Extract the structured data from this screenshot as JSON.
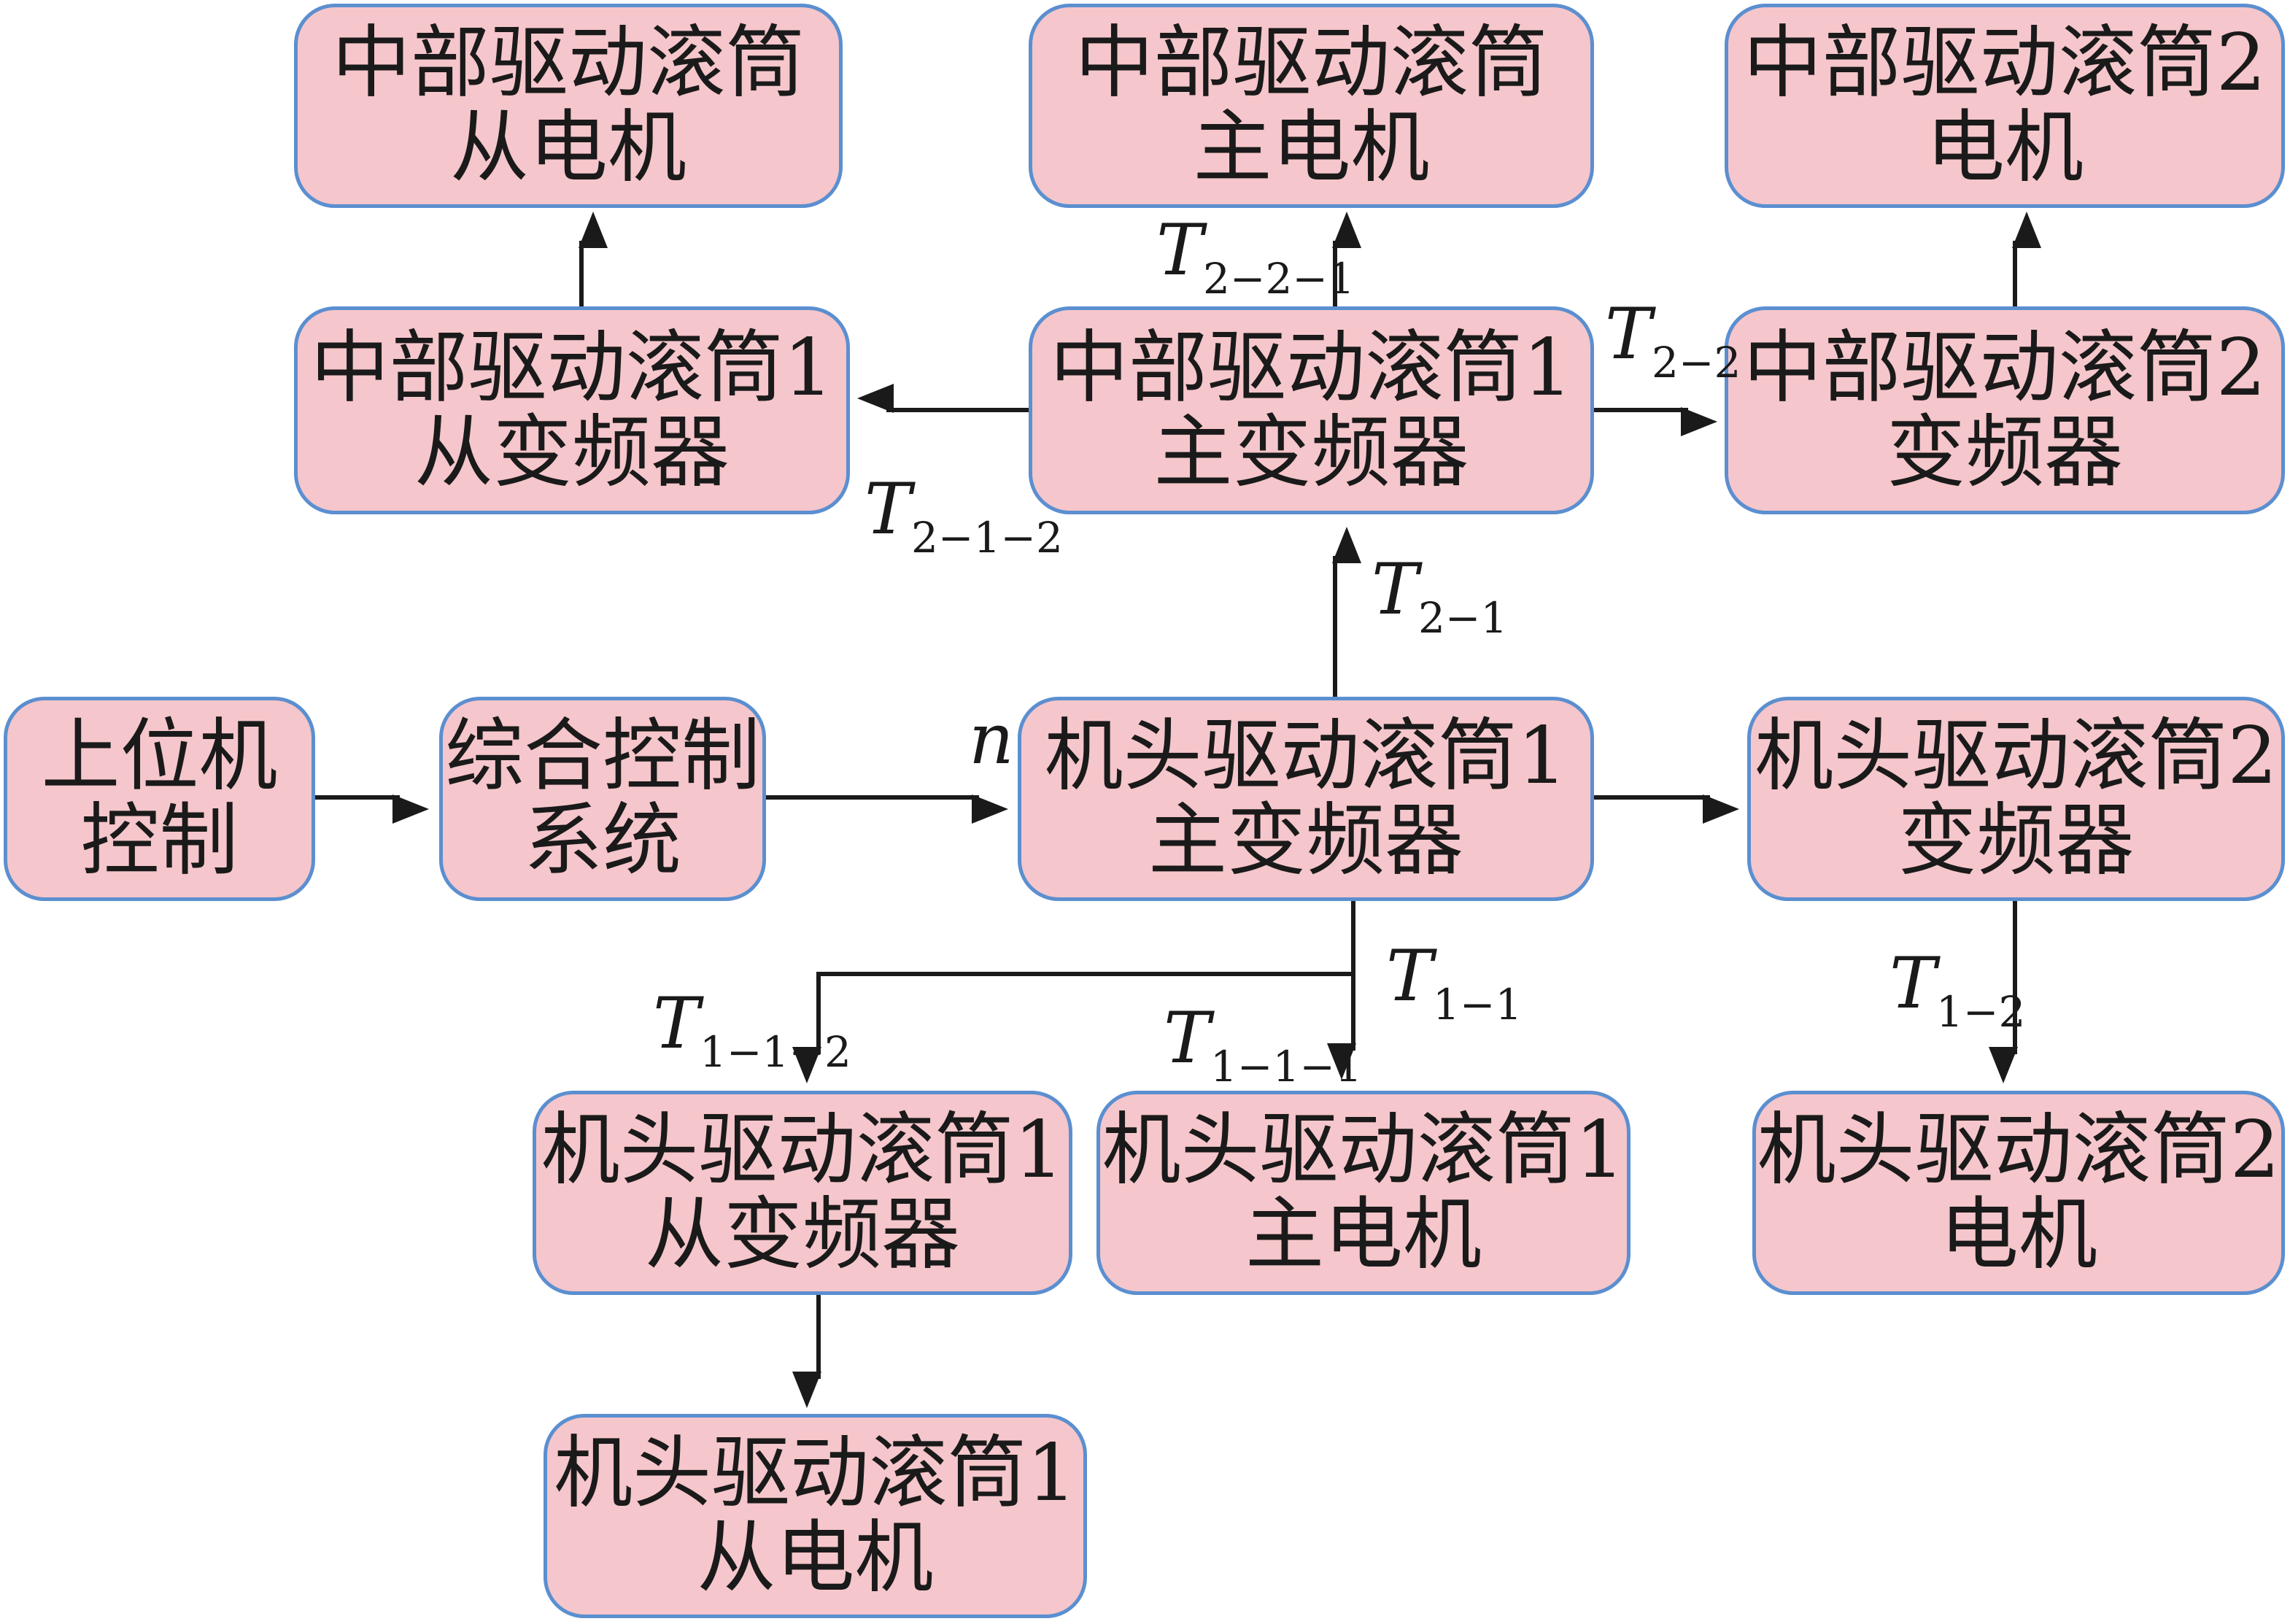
{
  "colors": {
    "box_fill": "#f5c6cb",
    "box_border": "#5b8fd0",
    "line": "#1a1a1a"
  },
  "boxes": {
    "upper_pc": {
      "line1": "上位机",
      "line2": "控制"
    },
    "integrated_control": {
      "line1": "综合控制",
      "line2": "系统"
    },
    "head1_main_inv": {
      "line1": "机头驱动滚筒1",
      "line2": "主变频器"
    },
    "head2_inv": {
      "line1": "机头驱动滚筒2",
      "line2": "变频器"
    },
    "mid1_main_inv": {
      "line1": "中部驱动滚筒1",
      "line2": "主变频器"
    },
    "mid1_slave_inv": {
      "line1": "中部驱动滚筒1",
      "line2": "从变频器"
    },
    "mid2_inv": {
      "line1": "中部驱动滚筒2",
      "line2": "变频器"
    },
    "mid_slave_motor": {
      "line1": "中部驱动滚筒",
      "line2": "从电机"
    },
    "mid_main_motor": {
      "line1": "中部驱动滚筒",
      "line2": "主电机"
    },
    "mid2_motor": {
      "line1": "中部驱动滚筒2",
      "line2": "电机"
    },
    "head1_slave_inv": {
      "line1": "机头驱动滚筒1",
      "line2": "从变频器"
    },
    "head1_main_motor": {
      "line1": "机头驱动滚筒1",
      "line2": "主电机"
    },
    "head2_motor": {
      "line1": "机头驱动滚筒2",
      "line2": "电机"
    },
    "head1_slave_motor": {
      "line1": "机头驱动滚筒1",
      "line2": "从电机"
    }
  },
  "labels": {
    "n": {
      "sym": "n",
      "sub": ""
    },
    "t2_2_1": {
      "sym": "T",
      "sub": "2−2−1"
    },
    "t2_2": {
      "sym": "T",
      "sub": "2−2"
    },
    "t2_1_2": {
      "sym": "T",
      "sub": "2−1−2"
    },
    "t2_1": {
      "sym": "T",
      "sub": "2−1"
    },
    "t1_1": {
      "sym": "T",
      "sub": "1−1"
    },
    "t1_1_2": {
      "sym": "T",
      "sub": "1−1−2"
    },
    "t1_1_1": {
      "sym": "T",
      "sub": "1−1−1"
    },
    "t1_2": {
      "sym": "T",
      "sub": "1−2"
    }
  }
}
